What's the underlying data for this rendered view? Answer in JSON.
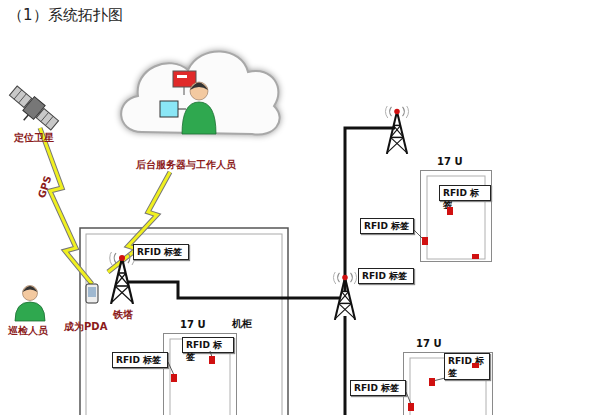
{
  "diagram": {
    "title": "（1）系统拓扑图",
    "nodes": [
      {
        "text": [
          "后台服务器与工作人员"
        ]
      },
      {
        "text": [
          "17 U"
        ]
      },
      {
        "text": [
          "RFID 标签"
        ],
        "in": 1
      },
      {
        "text": [
          "RFID 标签"
        ]
      },
      {
        "text": [
          "RFID 标签"
        ]
      },
      {
        "text": [
          "RFID 标签"
        ]
      },
      {
        "text": [
          "17 U",
          "机柜"
        ]
      },
      {
        "text": [
          "RFID 标签"
        ],
        "in": 6
      },
      {
        "text": [
          "RFID 标签"
        ]
      },
      {
        "text": [
          "17 U"
        ]
      },
      {
        "text": [
          "RFID 标 签"
        ],
        "in": 9
      },
      {
        "text": [
          "RFID 标签"
        ]
      }
    ],
    "labels": [
      "定位卫星",
      "GPS",
      "巡检人员",
      "成为PDA",
      "铁塔"
    ]
  }
}
